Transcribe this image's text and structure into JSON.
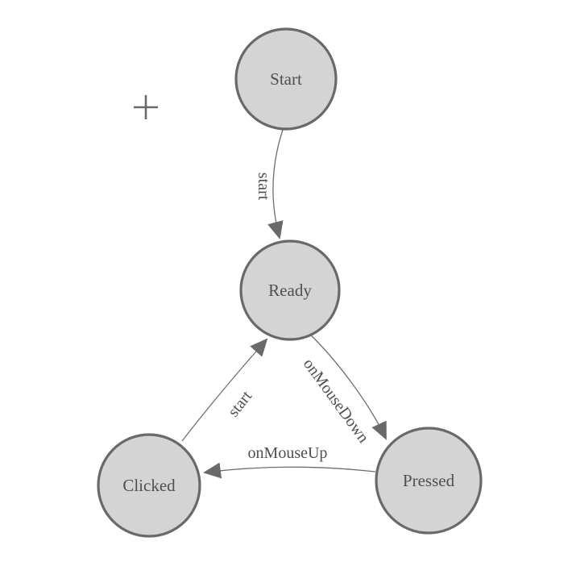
{
  "canvas": {
    "background": "#ffffff"
  },
  "colors": {
    "canvas_bg": "#ffffff",
    "node_fill": "#d4d4d4",
    "node_stroke": "#696969",
    "edge_stroke": "#6e6e6e",
    "arrow_fill": "#696969",
    "label_color": "#524e4a",
    "cursor_color": "#6a6a6a"
  },
  "diagram": {
    "type": "state-machine",
    "nodes": [
      {
        "id": "start",
        "label": "Start"
      },
      {
        "id": "ready",
        "label": "Ready"
      },
      {
        "id": "clicked",
        "label": "Clicked"
      },
      {
        "id": "pressed",
        "label": "Pressed"
      }
    ],
    "edges": [
      {
        "from": "Start",
        "to": "Ready",
        "label": "start"
      },
      {
        "from": "Clicked",
        "to": "Ready",
        "label": "start"
      },
      {
        "from": "Ready",
        "to": "Pressed",
        "label": "onMouseDown"
      },
      {
        "from": "Pressed",
        "to": "Clicked",
        "label": "onMouseUp"
      }
    ],
    "cursor": "crosshair"
  }
}
